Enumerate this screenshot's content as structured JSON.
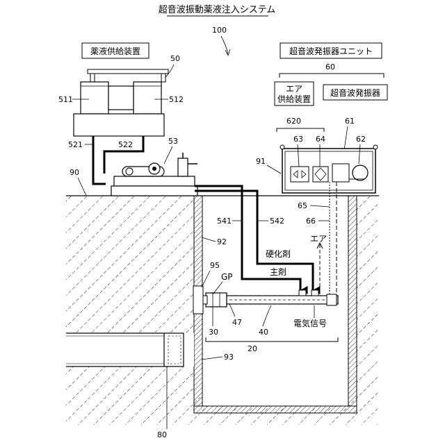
{
  "title": "超音波振動薬液注入システム",
  "boxes": {
    "chemical_supply": "薬液供給装置",
    "ultrasonic_unit": "超音波発振器ユニット",
    "air_supply_line1": "エア",
    "air_supply_line2": "供給装置",
    "oscillator": "超音波発振器"
  },
  "labels": {
    "hardener": "硬化剤",
    "main_agent": "主剤",
    "air": "エア",
    "electric_signal": "電気信号",
    "gp": "GP"
  },
  "refs": {
    "r100": "100",
    "r50": "50",
    "r511": "511",
    "r512": "512",
    "r521": "521",
    "r522": "522",
    "r53": "53",
    "r60": "60",
    "r620": "620",
    "r61": "61",
    "r62": "62",
    "r63": "63",
    "r64": "64",
    "r65": "65",
    "r66": "66",
    "r90": "90",
    "r91": "91",
    "r92": "92",
    "r93": "93",
    "r95": "95",
    "r541": "541",
    "r542": "542",
    "r47": "47",
    "r30": "30",
    "r40": "40",
    "r20": "20",
    "r80": "80"
  }
}
